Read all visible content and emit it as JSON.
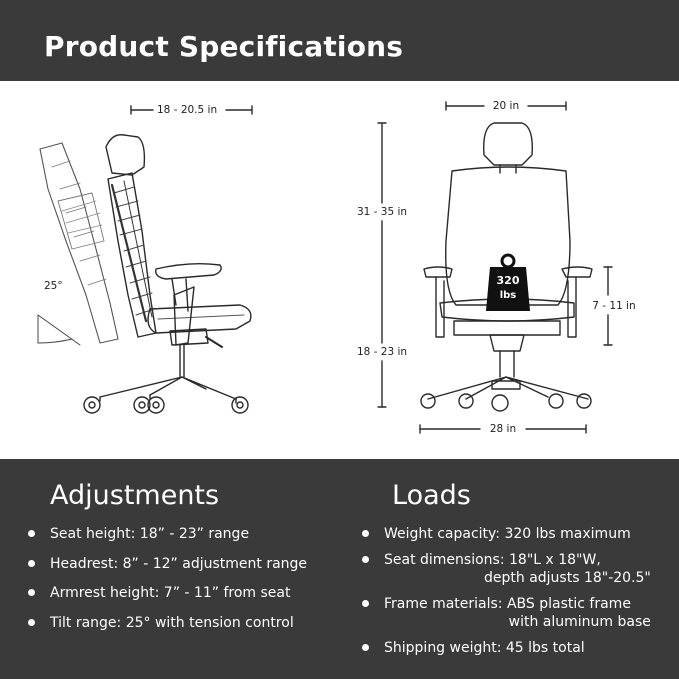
{
  "header": {
    "title": "Product Specifications"
  },
  "diagram": {
    "side_view": {
      "width_label": "18 - 20.5 in",
      "tilt_label": "25°"
    },
    "front_view": {
      "headrest_width_label": "20 in",
      "back_height_label": "31 - 35 in",
      "seat_height_label": "18 - 23 in",
      "armrest_height_label": "7 - 11 in",
      "base_width_label": "28 in",
      "weight_badge": {
        "value": "320",
        "unit": "lbs"
      }
    }
  },
  "adjustments": {
    "title": "Adjustments",
    "items": [
      "Seat height: 18” - 23” range",
      "Headrest: 8” - 12” adjustment range",
      "Armrest height: 7” - 11” from seat",
      "Tilt range: 25° with tension control"
    ]
  },
  "loads": {
    "title": "Loads",
    "weight": "Weight capacity: 320 lbs maximum",
    "dimensions_line1": "Seat dimensions: 18\"L x 18\"W,",
    "dimensions_line2": "depth adjusts 18\"-20.5\"",
    "frame_line1": "Frame materials: ABS plastic frame",
    "frame_line2": "with aluminum base",
    "shipping": "Shipping weight: 45 lbs total"
  }
}
